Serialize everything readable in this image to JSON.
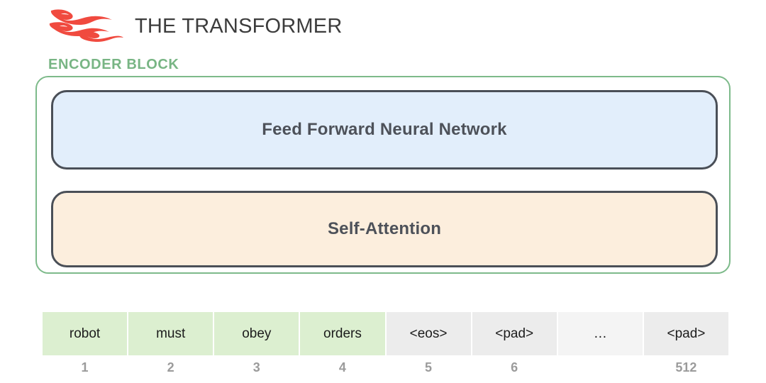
{
  "header": {
    "logo_icon": "flame-logo-icon",
    "logo_color": "#f04a3f",
    "title": "THE TRANSFORMER",
    "title_color": "#3c3c3c"
  },
  "encoder": {
    "label": "ENCODER BLOCK",
    "label_color": "#78b584",
    "border_color": "#7dba8a",
    "sublayers": [
      {
        "name": "feed-forward",
        "label": "Feed Forward Neural Network",
        "fill": "#e2eefb",
        "border": "#4a4f57"
      },
      {
        "name": "self-attention",
        "label": "Self-Attention",
        "fill": "#fceedd",
        "border": "#4a4f57"
      }
    ]
  },
  "tokens": {
    "cells": [
      {
        "text": "robot",
        "index": "1",
        "style": "green"
      },
      {
        "text": "must",
        "index": "2",
        "style": "green"
      },
      {
        "text": "obey",
        "index": "3",
        "style": "green"
      },
      {
        "text": "orders",
        "index": "4",
        "style": "green"
      },
      {
        "text": "<eos>",
        "index": "5",
        "style": "gray"
      },
      {
        "text": "<pad>",
        "index": "6",
        "style": "gray"
      },
      {
        "text": "…",
        "index": "",
        "style": "faint"
      },
      {
        "text": "<pad>",
        "index": "512",
        "style": "gray"
      }
    ],
    "green_fill": "#dcefd0",
    "gray_fill": "#ececec",
    "faint_fill": "#f4f4f4",
    "index_color": "#9b9b9b"
  }
}
